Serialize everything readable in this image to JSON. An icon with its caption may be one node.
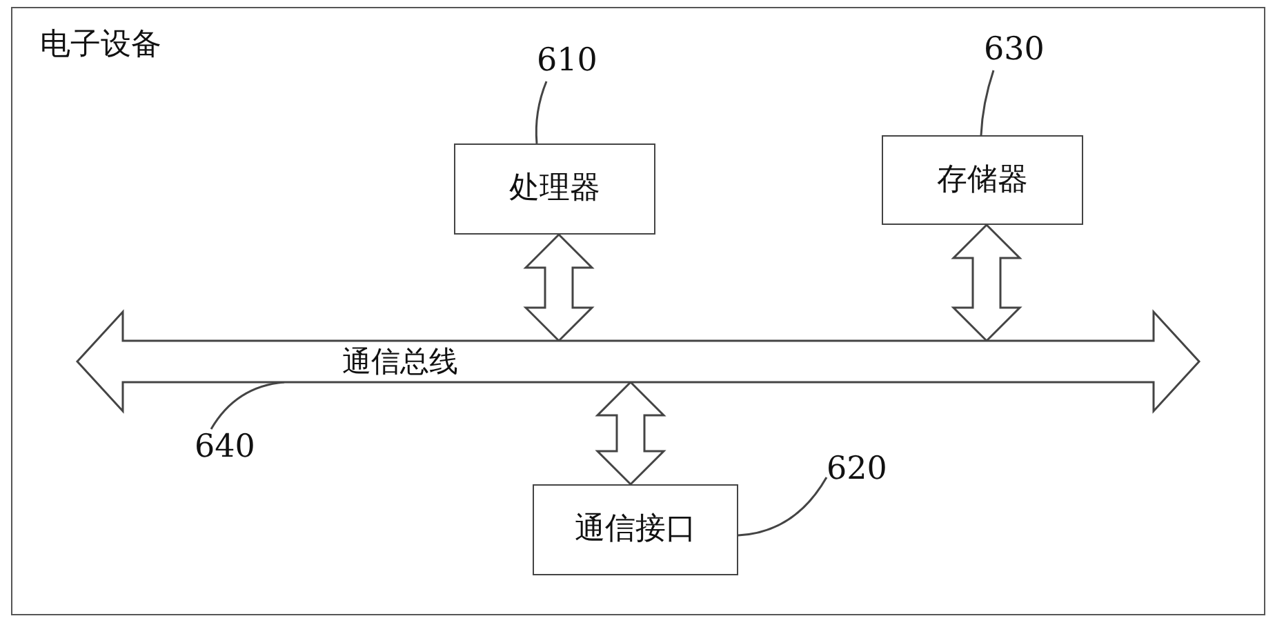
{
  "diagram": {
    "nodes": [
      {
        "text": [
          "电子设备"
        ]
      },
      {
        "text": [
          "610"
        ],
        "in": 0
      },
      {
        "text": [
          "处理器"
        ],
        "in": 0
      },
      {
        "text": [
          "630"
        ],
        "in": 0
      },
      {
        "text": [
          "存储器"
        ],
        "in": 0
      },
      {
        "text": [
          "通信总线"
        ],
        "in": 0
      },
      {
        "text": [
          "640"
        ],
        "in": 0
      },
      {
        "text": [
          "620"
        ],
        "in": 0
      },
      {
        "text": [
          "通信接口"
        ],
        "in": 0
      }
    ],
    "edges": [
      {
        "from": 1,
        "to": 2,
        "arrow": "none"
      },
      {
        "from": 3,
        "to": 4,
        "arrow": "none"
      },
      {
        "from": 2,
        "to": 5,
        "arrow": "both",
        "style": "thick"
      },
      {
        "from": 4,
        "to": 5,
        "arrow": "both",
        "style": "thick"
      },
      {
        "from": 6,
        "to": 5,
        "arrow": "none"
      },
      {
        "from": 5,
        "to": 8,
        "arrow": "both",
        "style": "thick"
      },
      {
        "from": 7,
        "to": 8,
        "arrow": "none"
      }
    ]
  }
}
